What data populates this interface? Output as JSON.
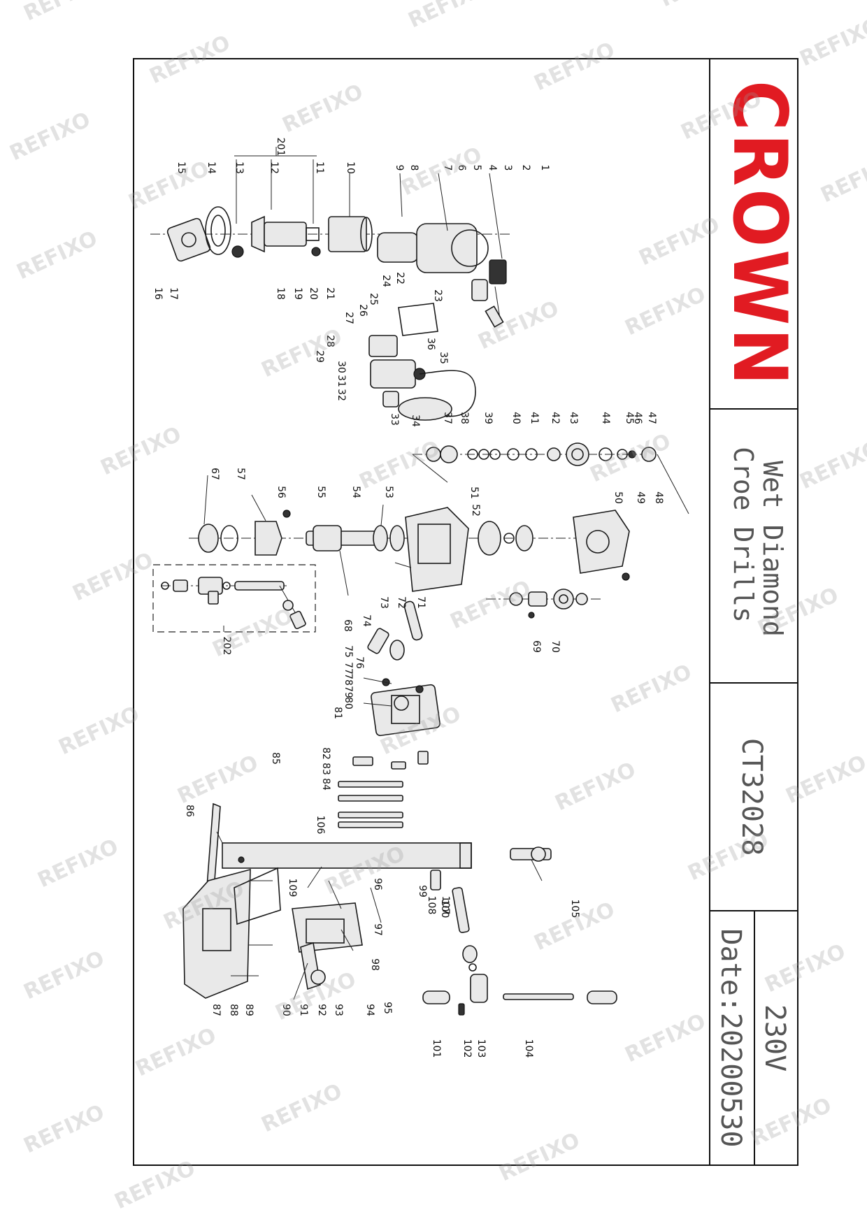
{
  "brand": {
    "logo_text": "CROWN",
    "color": "#e11b22"
  },
  "title_block": {
    "product_line1": "Wet Diamond",
    "product_line2": "Croe Drills",
    "model": "CT32028",
    "voltage": "230V",
    "date": "Date:20200530"
  },
  "watermark": "REFIXO",
  "part_labels": [
    "1",
    "2",
    "3",
    "4",
    "5",
    "6",
    "7",
    "8",
    "9",
    "10",
    "11",
    "12",
    "13",
    "14",
    "15",
    "16",
    "17",
    "18",
    "19",
    "20",
    "21",
    "22",
    "23",
    "24",
    "25",
    "26",
    "27",
    "28",
    "29",
    "30",
    "31",
    "32",
    "33",
    "34",
    "35",
    "36",
    "37",
    "38",
    "39",
    "40",
    "41",
    "42",
    "43",
    "44",
    "45",
    "46",
    "47",
    "48",
    "49",
    "50",
    "51",
    "52",
    "53",
    "54",
    "55",
    "56",
    "57",
    "67",
    "68",
    "69",
    "70",
    "71",
    "72",
    "73",
    "74",
    "75",
    "76",
    "77",
    "78",
    "79",
    "80",
    "81",
    "82",
    "83",
    "84",
    "85",
    "86",
    "87",
    "88",
    "89",
    "90",
    "91",
    "92",
    "93",
    "94",
    "95",
    "96",
    "97",
    "98",
    "99",
    "100",
    "101",
    "102",
    "103",
    "104",
    "105",
    "106",
    "107",
    "108",
    "109",
    "201",
    "202"
  ]
}
